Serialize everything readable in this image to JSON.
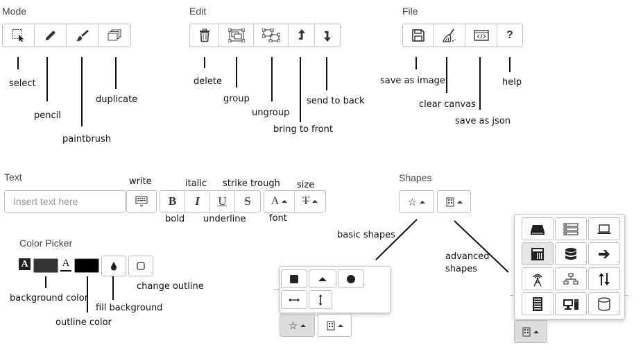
{
  "sections": {
    "mode": "Mode",
    "edit": "Edit",
    "file": "File",
    "text": "Text",
    "shapes": "Shapes",
    "color_picker": "Color Picker"
  },
  "mode_labels": {
    "select": "select",
    "pencil": "pencil",
    "paintbrush": "paintbrush",
    "duplicate": "duplicate"
  },
  "edit_labels": {
    "delete": "delete",
    "group": "group",
    "ungroup": "ungroup",
    "bring_to_front": "bring to front",
    "send_to_back": "send to back"
  },
  "file_labels": {
    "save_as_image": "save as image",
    "clear_canvas": "clear canvas",
    "save_as_json": "save as json",
    "help": "help",
    "help_glyph": "?"
  },
  "text_tools": {
    "placeholder": "Insert text here",
    "write": "write",
    "bold": "bold",
    "italic": "italic",
    "underline": "underline",
    "strike": "strike trough",
    "font": "font",
    "size": "size",
    "glyph_bold": "B",
    "glyph_italic": "I",
    "glyph_underline": "U",
    "glyph_strike": "S",
    "glyph_font": "A",
    "glyph_size": "T"
  },
  "color_labels": {
    "background_color": "background color",
    "outline_color": "outline color",
    "fill_background": "fill background",
    "change_outline": "change outline",
    "glyph_a": "A"
  },
  "shape_labels": {
    "basic_shapes": "basic shapes",
    "advanced_shapes_line1": "advanced",
    "advanced_shapes_line2": "shapes"
  },
  "colors": {
    "swatch_background": "#333333",
    "swatch_outline": "#000000"
  }
}
